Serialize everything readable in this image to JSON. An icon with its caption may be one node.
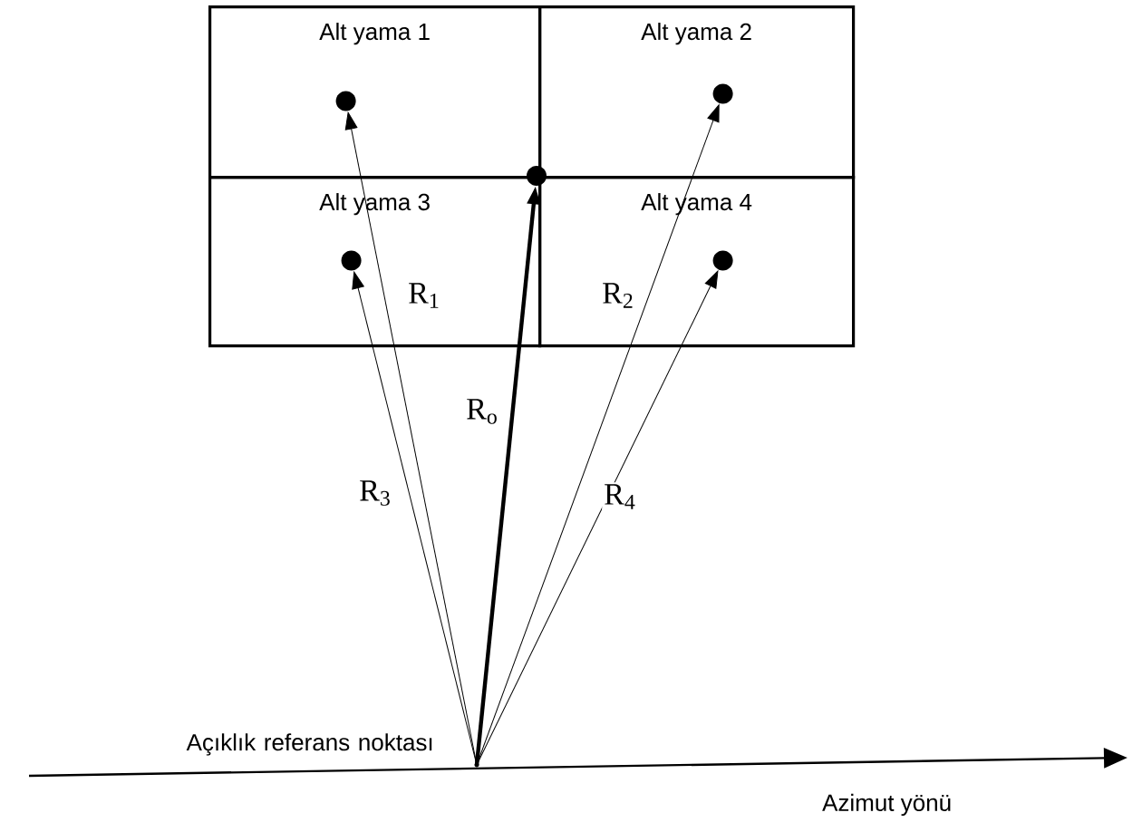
{
  "diagram": {
    "nodes": [
      {
        "text": [
          "Alt yama 1"
        ]
      },
      {
        "text": [
          "Alt yama 2"
        ]
      },
      {
        "text": [
          "Alt yama 3"
        ]
      },
      {
        "text": [
          "Alt yama 4"
        ]
      },
      {
        "text": [],
        "shape": "circle",
        "in": 0
      },
      {
        "text": [],
        "shape": "circle",
        "in": 1
      },
      {
        "text": [],
        "shape": "circle",
        "in": 2
      },
      {
        "text": [],
        "shape": "circle",
        "in": 3
      },
      {
        "text": [],
        "shape": "circle"
      },
      {
        "text": [],
        "shape": "point",
        "beside": [
          "Açıklık referans noktası"
        ]
      }
    ],
    "edges": [
      {
        "from": 9,
        "to": 4,
        "arrow": "to",
        "label": "R$_{1}$"
      },
      {
        "from": 9,
        "to": 5,
        "arrow": "to",
        "label": "R$_{2}$"
      },
      {
        "from": 9,
        "to": 6,
        "arrow": "to",
        "label": "R$_{3}$"
      },
      {
        "from": 9,
        "to": 7,
        "arrow": "to",
        "label": "R$_{4}$"
      },
      {
        "from": 9,
        "to": 8,
        "arrow": "to",
        "label": "R$_{o}$",
        "style": "thick"
      }
    ],
    "labels": [
      "Azimut yönü"
    ]
  }
}
